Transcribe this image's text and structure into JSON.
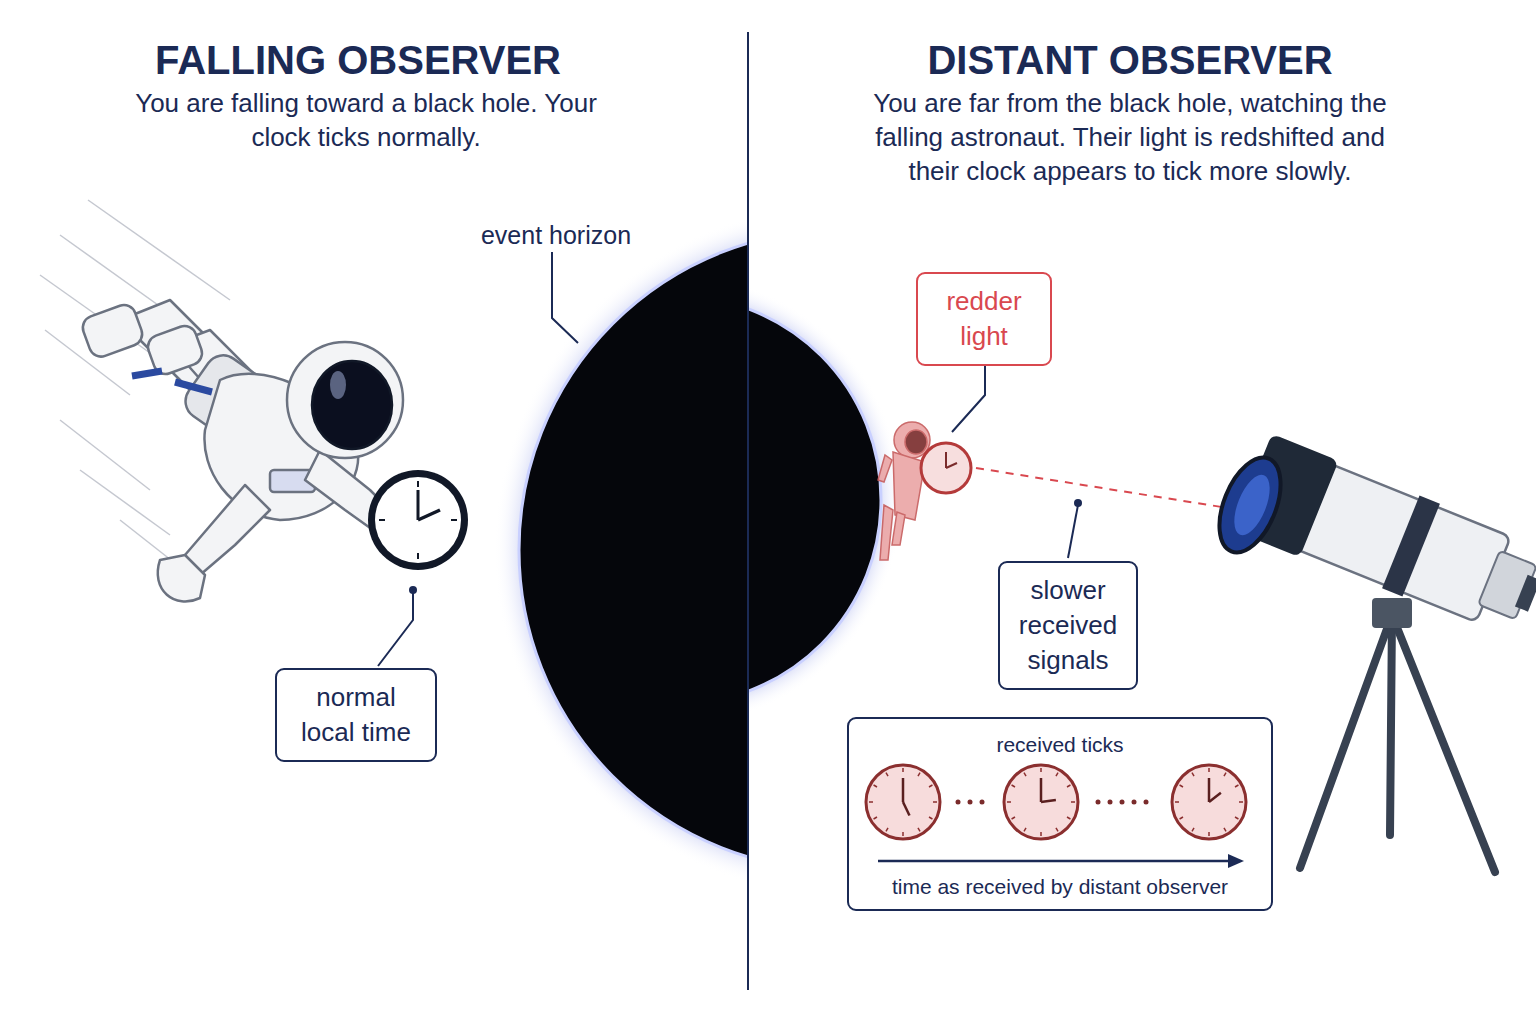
{
  "diagram": {
    "nodes": [
      {
        "text": [
          "normal local time"
        ]
      },
      {
        "text": [
          "redder light"
        ]
      },
      {
        "text": [
          "slower received signals"
        ]
      },
      {
        "text": [
          "received ticks",
          "time as received by distant observer"
        ]
      }
    ],
    "labels": [
      "FALLING OBSERVER",
      "You are falling toward a black hole. Your clock ticks normally.",
      "DISTANT OBSERVER",
      "You are far from the black hole, watching the falling astronaut. Their light is redshifted and their clock appears to tick more slowly.",
      "event horizon"
    ]
  }
}
